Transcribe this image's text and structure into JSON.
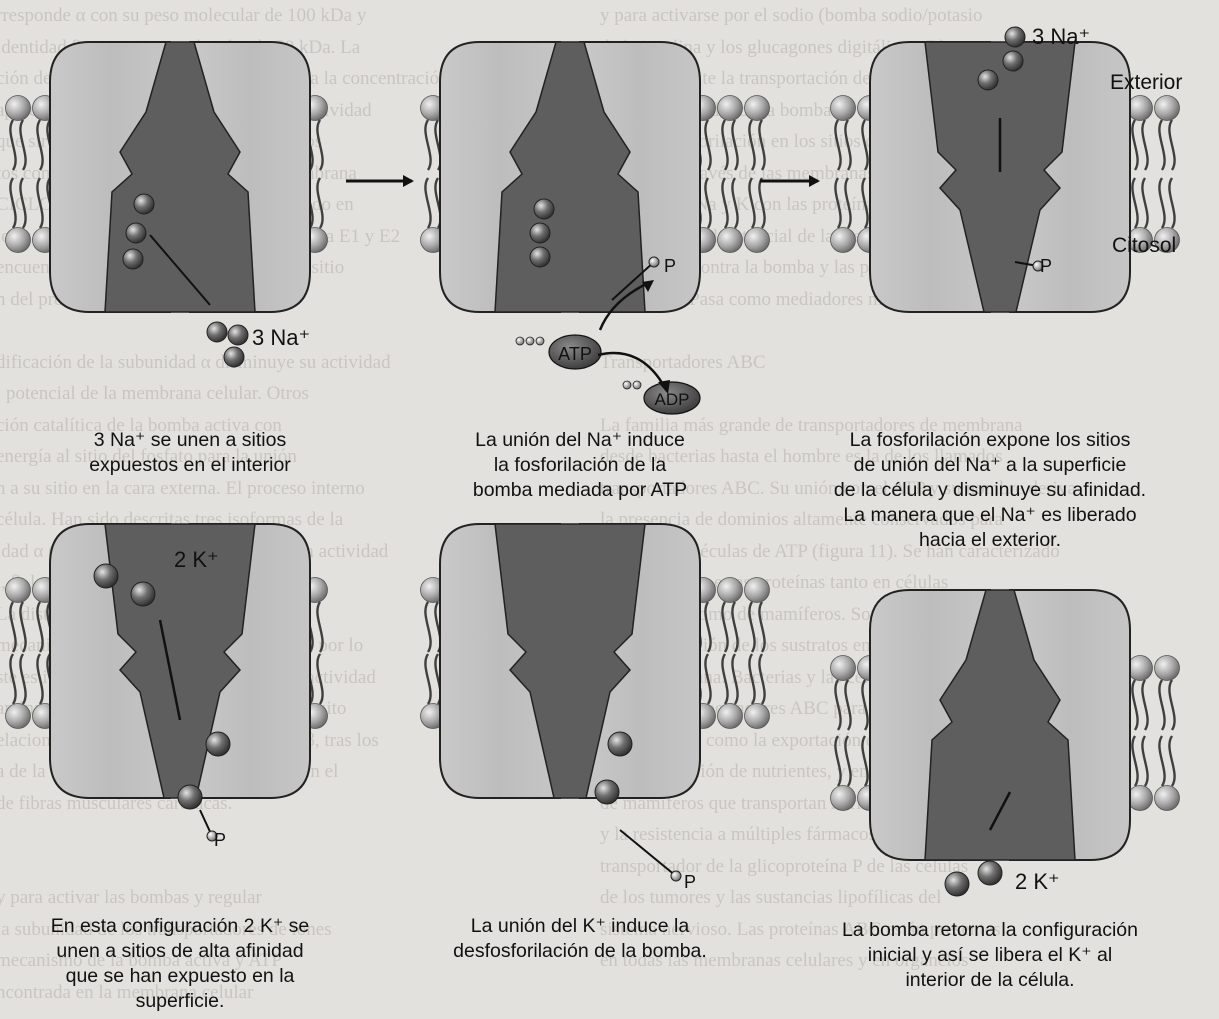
{
  "labels": {
    "na_in": "3 Na⁺",
    "na_out": "3 Na⁺",
    "k_out": "2 K⁺",
    "k_in": "2 K⁺",
    "exterior": "Exterior",
    "citosol": "Citosol",
    "atp": "ATP",
    "adp": "ADP",
    "phosphate": "P"
  },
  "steps": [
    {
      "caption_lines": [
        "3 Na⁺ se unen a sitios",
        "expuestos en el interior"
      ]
    },
    {
      "caption_lines": [
        "La unión del Na⁺ induce",
        "la fosforilación de la",
        "bomba mediada por ATP"
      ]
    },
    {
      "caption_lines": [
        "La fosforilación expone los sitios",
        "de unión del Na⁺ a la superficie",
        "de la célula y disminuye su afinidad.",
        "La manera que el Na⁺ es liberado",
        "hacia el exterior."
      ]
    },
    {
      "caption_lines": [
        "En esta configuración 2 K⁺ se",
        "unen a sitios de alta afinidad",
        "que se han expuesto en la",
        "superficie."
      ]
    },
    {
      "caption_lines": [
        "La unión del K⁺ induce la",
        "desfosforilación de la bomba."
      ]
    },
    {
      "caption_lines": [
        "La bomba retorna la configuración",
        "inicial y así se libera el K⁺  al",
        "interior de la célula."
      ]
    }
  ],
  "background_text": [
    "rresponde α con su peso molecular de 100 kDa y",
    "identidad β y con peso molecular de 50 kDa. La",
    "ción de dos dominios de unidad α controla la concentración",
    "aparente de los sustratos del medio y su actividad",
    "que sirve de transporte de los iones con los",
    "tos contra su gradiente a través de la membrana",
    "CICLO de la bomba se ha propuesto basado en",
    "los cambios conformacionales de la proteína E1 y E2",
    "encuentra en la cara citoplásmica y en su sitio",
    "n del proteíno activo en la cara externa.",
    "",
    "dificación de la subunidad α disminuye su actividad",
    "l potencial de la membrana celular. Otros",
    "ción catalítica de la bomba activa con",
    "energía al sitio del fosfato para la unión",
    "n a su sitio en la cara externa. El proceso interno",
    "célula. Han sido descritas tres isoformas de la",
    "idad α (α1, α2, α3) de igual cantidad en la actividad",
    "l, β, las cuales tienen una afinidad diferente",
    "La distribución de los tejidos es variable",
    "mecanismo de regulación de su actividad, por lo",
    "ste es importante en la modulación de la actividad",
    "amina (dopamina) y los compuestos y tránsito",
    "elaciones de las isoformas de subunidad β, tras los",
    "a de la célula y también las encontradas en el",
    "de fibras musculares cardiacas.",
    "",
    "",
    "y para activar las bombas y regular",
    "la subunidad de los transportadores de iones",
    "mecanismo de la bomba activa y ATP",
    "ncontrada en la membrana celular"
  ],
  "background_text_right": [
    "y para activarse por el sodio (bomba sodio/potasio",
    "de la insulina y los glucagones digitálicos. Bloqueando",
    "completamente la transportación de iones también, una",
    "de la subunidad α de la bomba de sodio y potasio",
    "contiene fosforilación en los sitios de la proteína",
    "la bomba a través de las membranas de la célula,",
    "la unión del Na y K con las proteínas de membrana",
    "incluidos por el potencial de la membrana celular",
    "anticuerpos contra la bomba y las proteínas de",
    "Na⁺-K⁺ ATPasa como mediadores metabólicos.",
    "",
    "Transportadores ABC",
    "",
    "La familia más grande de transportadores de membrana",
    "desde bacterias hasta el hombre es la de los llamados",
    "transportadores ABC. Su unión con el ATP y su nombre deriva",
    "la presencia de dominios altamente conservados para",
    "unión de moléculas de ATP (figura 11). Se han caracterizado",
    "más de 100 de estas proteínas tanto en células",
    "bacterianas como de mamíferos. Son importantes en",
    "la transportación de los sustratos en ambos lados",
    "de la membrana. Bacterias y las células eucariotas",
    "usan sus transportadores ABC para una diversidad",
    "de funciones, como la exportación de toxinas",
    "y la importación de nutrientes, y en células",
    "de mamíferos que transportan hormonas esteroides",
    "y la resistencia a múltiples fármacos, como el",
    "transportador de la glicoproteína P de las células",
    "de los tumores y las sustancias lipofílicas del",
    "sistema nervioso. Las proteínas ABC están presentes",
    "en todas las membranas celulares y en organelos"
  ]
}
